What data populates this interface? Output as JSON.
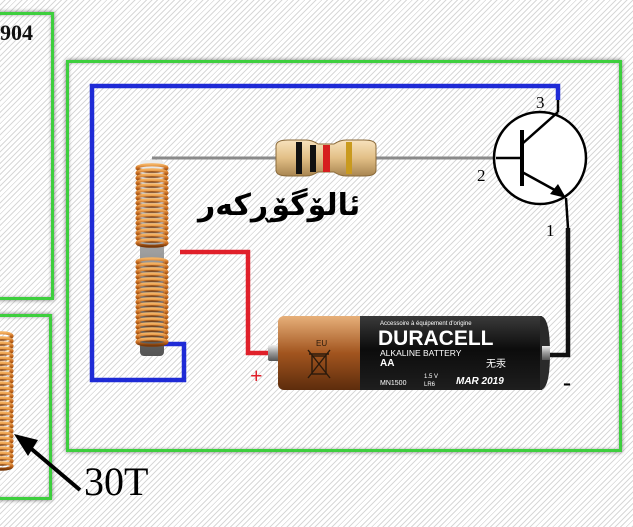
{
  "labels": {
    "part_number": "904",
    "turns": "30T",
    "coil_label": "ئالۆگۆڕكەر",
    "plus": "+",
    "minus": "-",
    "pin1": "1",
    "pin2": "2",
    "pin3": "3"
  },
  "battery": {
    "small_top_text": "Accessoire à équipement d'origine",
    "brand": "DURACELL",
    "type_line": "ALKALINE BATTERY",
    "size": "AA",
    "cn": "无汞",
    "model": "MN1500",
    "voltage": "1.5 V",
    "iec": "LR6",
    "expiry": "MAR 2019",
    "eu": "EU"
  },
  "colors": {
    "frame": "#3ecf3e",
    "wire_blue": "#1f2bd6",
    "wire_red": "#e0202a",
    "wire_black": "#111111",
    "copper": "#c86a1e"
  }
}
